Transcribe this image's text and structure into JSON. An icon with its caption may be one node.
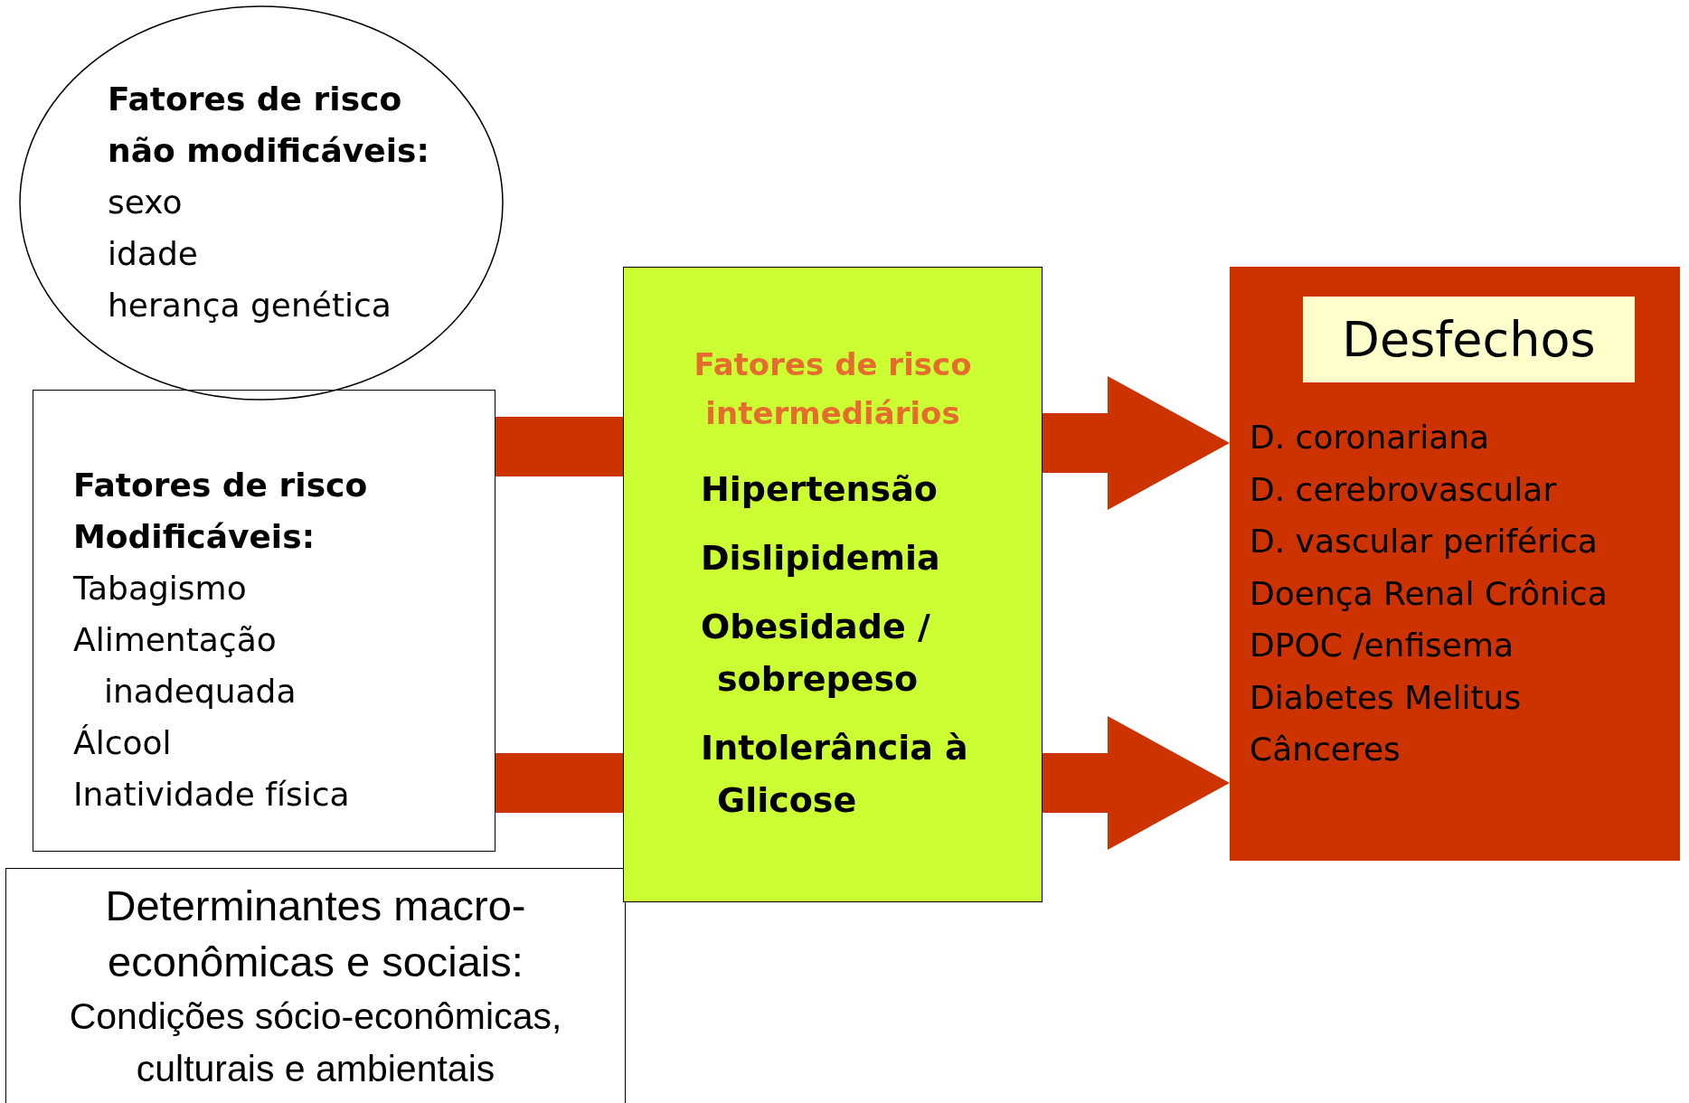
{
  "diagram": {
    "nodes": [
      {
        "text": [
          "Fatores de risco não modificáveis:",
          "sexo",
          "idade",
          "herança genética"
        ]
      },
      {
        "text": [
          "Fatores de risco Modificáveis:",
          "Tabagismo",
          "Alimentação inadequada",
          "Álcool",
          "Inatividade física"
        ]
      },
      {
        "text": [
          "Determinantes macro-econômicas e sociais:",
          "Condições sócio-econômicas, culturais e ambientais"
        ]
      },
      {
        "text": [
          "Fatores de risco intermediários",
          "Hipertensão",
          "Dislipidemia",
          "Obesidade / sobrepeso",
          "Intolerância à Glicose"
        ]
      },
      {
        "text": [
          "D. coronariana",
          "D. cerebrovascular",
          "D. vascular periférica",
          "Doença Renal Crônica",
          "DPOC /enfisema",
          "Diabetes Melitus",
          "Cânceres"
        ]
      },
      {
        "text": [
          "Desfechos"
        ],
        "in": 4
      }
    ],
    "edges": [
      {
        "from": 1,
        "to": 3,
        "arrow": "none",
        "style": "thick"
      },
      {
        "from": 1,
        "to": 3,
        "arrow": "none",
        "style": "thick"
      },
      {
        "from": 3,
        "to": 4,
        "arrow": "to",
        "style": "thick"
      },
      {
        "from": 3,
        "to": 4,
        "arrow": "to",
        "style": "thick"
      }
    ]
  }
}
